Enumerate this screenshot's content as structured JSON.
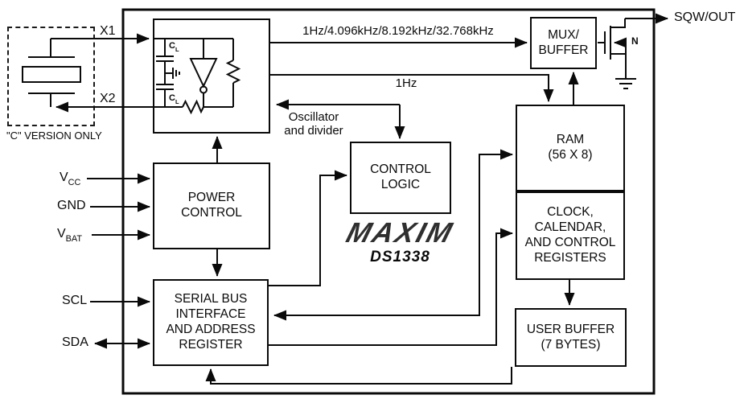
{
  "brand": "MAXIM",
  "part": "DS1338",
  "pins": {
    "x1": "X1",
    "x2": "X2",
    "vcc_base": "V",
    "vcc_sub": "CC",
    "gnd": "GND",
    "vbat_base": "V",
    "vbat_sub": "BAT",
    "scl": "SCL",
    "sda": "SDA",
    "sqw": "SQW/OUT"
  },
  "blocks": {
    "oscillator_caption": "Oscillator\nand divider",
    "power": "POWER\nCONTROL",
    "serial": "SERIAL BUS\nINTERFACE\nAND ADDRESS\nREGISTER",
    "control": "CONTROL\nLOGIC",
    "mux": "MUX/\nBUFFER",
    "ram": "RAM\n(56 X 8)",
    "clock": "CLOCK,\nCALENDAR,\nAND CONTROL\nREGISTERS",
    "user_buffer": "USER BUFFER\n(7 BYTES)"
  },
  "signals": {
    "freq_bus": "1Hz/4.096kHz/8.192kHz/32.768kHz",
    "one_hz": "1Hz"
  },
  "notes": {
    "c_version": "\"C\" VERSION ONLY"
  },
  "components": {
    "cl_base": "C",
    "cl_sub": "L",
    "mosfet_type": "N"
  },
  "colors": {
    "line": "#0a0a0a",
    "background": "#ffffff"
  }
}
